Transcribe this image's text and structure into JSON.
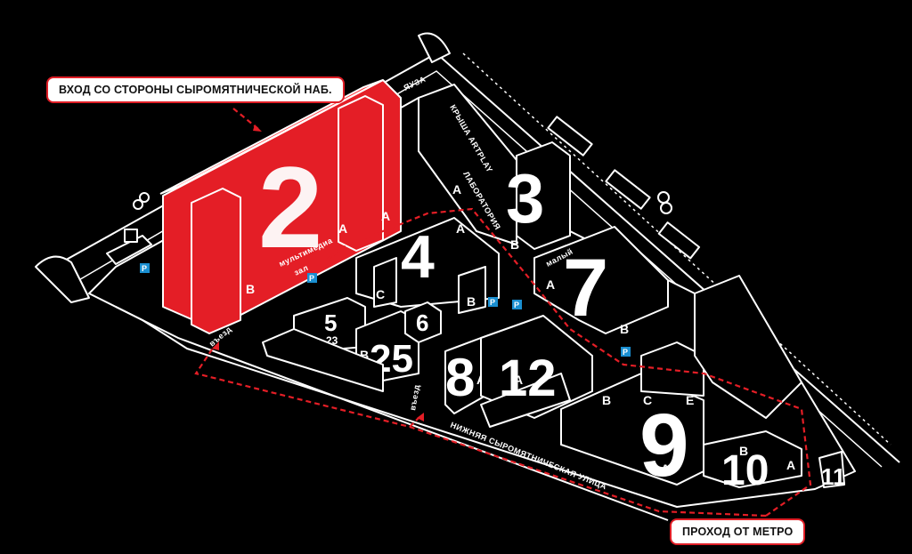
{
  "callouts": {
    "entrance": "ВХОД СО СТОРОНЫ СЫРОМЯТНИЧЕСКОЙ НАБ.",
    "metro": "ПРОХОД ОТ МЕТРО"
  },
  "buildings": {
    "b2": "2",
    "b3": "3",
    "b4": "4",
    "b5": "5",
    "b7": "7",
    "b8": "8",
    "b9": "9",
    "b10": "10",
    "b11": "11",
    "b12": "12",
    "b6": "6",
    "b23": "23",
    "b25": "25"
  },
  "letters": {
    "a": "A",
    "b": "B",
    "c": "C",
    "e": "E"
  },
  "labels": {
    "yauza": "ЯУЗА",
    "roof": "КРЫША ARTPLAY",
    "lab": "ЛАБОРАТОРИЯ",
    "multimedia": "мультимедиа",
    "hall": "зал",
    "small": "малый",
    "entry": "въезд",
    "street": "НИЖНЯЯ СЫРОМЯТНИЧЕСКАЯ УЛИЦА"
  },
  "parking_symbol": "P",
  "colors": {
    "accent_red": "#e41e26",
    "parking_blue": "#1a8fd1",
    "background": "#000000"
  }
}
